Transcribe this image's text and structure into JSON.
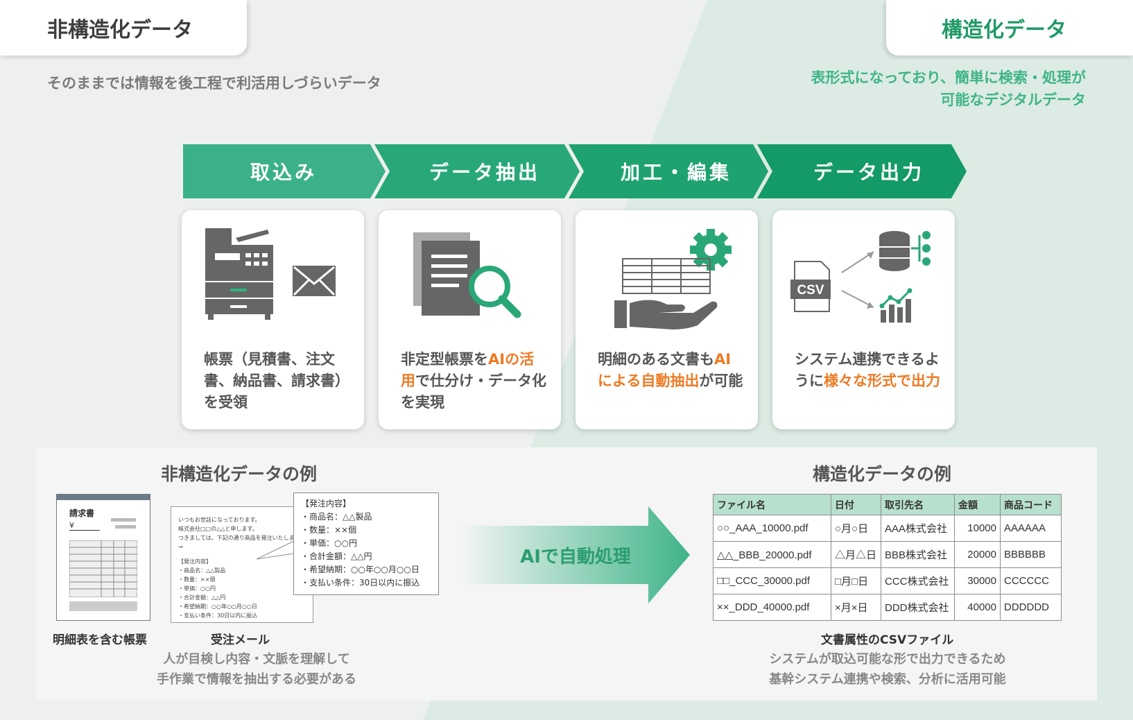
{
  "header": {
    "left_title": "非構造化データ",
    "right_title": "構造化データ",
    "left_subtitle": "そのままでは情報を後工程で利活用しづらいデータ",
    "right_subtitle_line1": "表形式になっており、簡単に検索・処理が",
    "right_subtitle_line2": "可能なデジタルデータ"
  },
  "steps": [
    {
      "label": "取込み"
    },
    {
      "label": "データ抽出"
    },
    {
      "label": "加工・編集"
    },
    {
      "label": "データ出力"
    }
  ],
  "cards": [
    {
      "plain1": "帳票（見積書、注文書、納品書、請求書）を受領",
      "hl": "",
      "plain2": ""
    },
    {
      "plain1": "非定型帳票を",
      "hl": "AIの活用",
      "plain2": "で仕分け・データ化を実現"
    },
    {
      "plain1": "明細のある文書も",
      "hl": "AIによる自動抽出",
      "plain2": "が可能"
    },
    {
      "plain1": "システム連携できるように",
      "hl": "様々な形式で出力",
      "plain2": ""
    }
  ],
  "icons": {
    "csv_label": "CSV"
  },
  "examples": {
    "left_title": "非構造化データの例",
    "right_title": "構造化データの例",
    "doc_title": "請求書",
    "doc_yen": "¥",
    "doc_caption": "明細表を含む帳票",
    "mail_caption": "受注メール",
    "mail_lines": [
      "いつもお世話になっております。",
      "株式会社□□の△△と申します。",
      "つきましては、下記の通り商品を発注いたします",
      "→",
      "",
      "【発注内容】",
      "・商品名：△△製品",
      "・数量：××個",
      "・単価：○○円",
      "・合計金額：△△円",
      "・希望納期：○○年○○月○○日",
      "・支払い条件：30日以内に振込"
    ],
    "order_lines": [
      "【発注内容】",
      "・商品名：△△製品",
      "・数量：××個",
      "・単価：○○円",
      "・合計金額：△△円",
      "・希望納期：○○年○○月○○日",
      "・支払い条件：30日以内に振込"
    ],
    "left_note_line1": "人が目検し内容・文脈を理解して",
    "left_note_line2": "手作業で情報を抽出する必要がある",
    "arrow_label": "AIで自動処理",
    "table_caption": "文書属性のCSVファイル",
    "right_note_line1": "システムが取込可能な形で出力できるため",
    "right_note_line2": "基幹システム連携や検索、分析に活用可能",
    "table": {
      "headers": [
        "ファイル名",
        "日付",
        "取引先名",
        "金額",
        "商品コード"
      ],
      "rows": [
        [
          "○○_AAA_10000.pdf",
          "○月○日",
          "AAA株式会社",
          "10000",
          "AAAAAA"
        ],
        [
          "△△_BBB_20000.pdf",
          "△月△日",
          "BBB株式会社",
          "20000",
          "BBBBBB"
        ],
        [
          "□□_CCC_30000.pdf",
          "□月□日",
          "CCC株式会社",
          "30000",
          "CCCCCC"
        ],
        [
          "××_DDD_40000.pdf",
          "×月×日",
          "DDD株式会社",
          "40000",
          "DDDDDD"
        ]
      ]
    }
  },
  "colors": {
    "green_dark": "#1f9a66",
    "green_light": "#3fb489",
    "highlight": "#ee7a23",
    "icon_gray": "#666666"
  }
}
